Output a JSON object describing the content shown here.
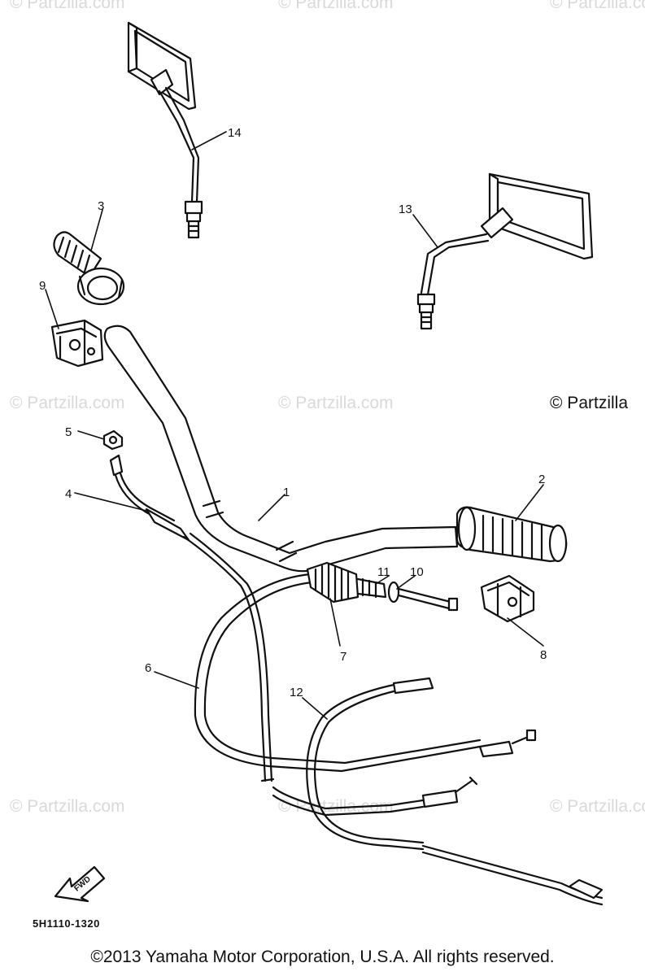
{
  "watermarks": {
    "text": "© Partzilla.com",
    "right_edge_text": "© Partzilla"
  },
  "callouts": {
    "p1": "1",
    "p2": "2",
    "p3": "3",
    "p4": "4",
    "p5": "5",
    "p6": "6",
    "p7": "7",
    "p8": "8",
    "p9": "9",
    "p10": "10",
    "p11": "11",
    "p12": "12",
    "p13": "13",
    "p14": "14"
  },
  "front_marker": "FWD",
  "part_code": "5H1110-1320",
  "copyright": "©2013 Yamaha Motor Corporation, U.S.A. All rights reserved.",
  "colors": {
    "line": "#111111",
    "watermark": "#d9d9d9"
  }
}
